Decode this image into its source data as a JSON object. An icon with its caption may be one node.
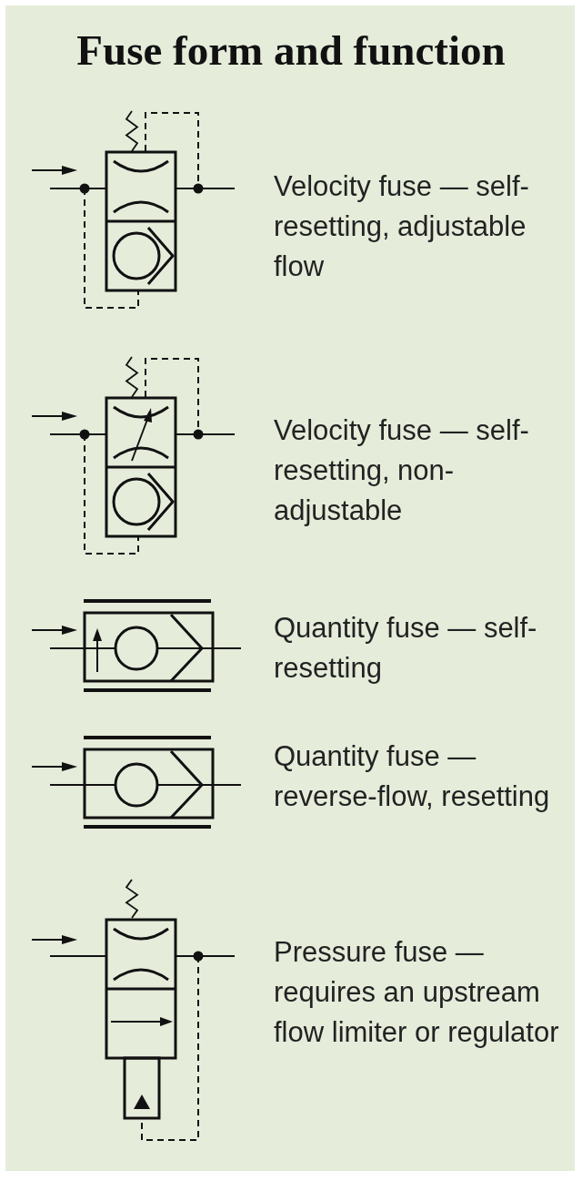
{
  "diagram": {
    "title": "Fuse form and function",
    "labels": [
      "Velocity fuse — self-resetting, adjustable flow",
      "Velocity fuse — self-resetting, non-adjustable",
      "Quantity fuse — self-resetting",
      "Quantity fuse — reverse-flow, resetting",
      "Pressure fuse — requires an upstream flow limiter or regulator"
    ]
  }
}
